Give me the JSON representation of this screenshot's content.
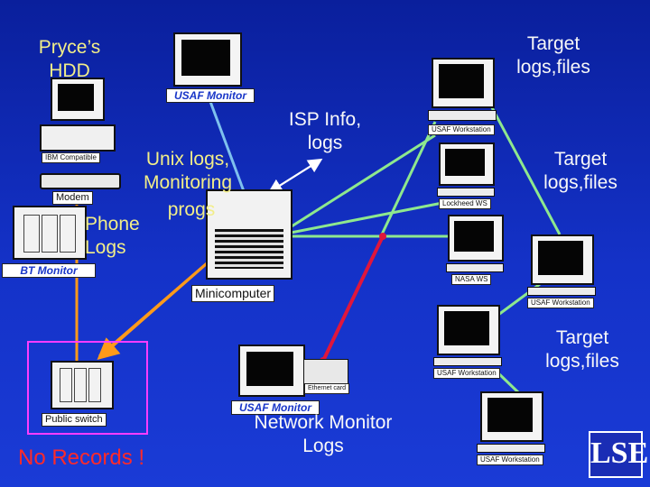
{
  "labels": {
    "pryce_hdd": "Pryce’s HDD",
    "target_top": "Target logs,files",
    "isp": "ISP Info, logs",
    "target_mid": "Target logs,files",
    "unix_logs": "Unix logs, Monitoring",
    "progs": "progs",
    "phone_logs": "Phone Logs",
    "target_low": "Target logs,files",
    "no_records": "No Records !",
    "network_logs": "Network Monitor Logs"
  },
  "devices": {
    "usaf_monitor_top": "USAF Monitor",
    "ibm_compatible": "IBM Compatible",
    "modem": "Modem",
    "bt_monitor": "BT Monitor",
    "minicomputer": "Minicomputer",
    "public_switch": "Public switch",
    "usaf_monitor_bottom": "USAF Monitor",
    "ethernet_card": "Ethernet card",
    "usaf_workstation_1": "USAF Workstation",
    "lockheed_ws": "Lockheed WS",
    "nasa_ws": "NASA WS",
    "usaf_workstation_2": "USAF Workstation",
    "usaf_workstation_3": "USAF Workstation",
    "usaf_workstation_4": "USAF Workstation"
  },
  "logo": {
    "text": "LSE"
  },
  "colors": {
    "link_green": "#8ee88e",
    "link_red": "#e0163c",
    "link_blue": "#7ec0ee",
    "arrow_orange": "#ff9a1a",
    "highlight_magenta": "#ff3cff"
  }
}
